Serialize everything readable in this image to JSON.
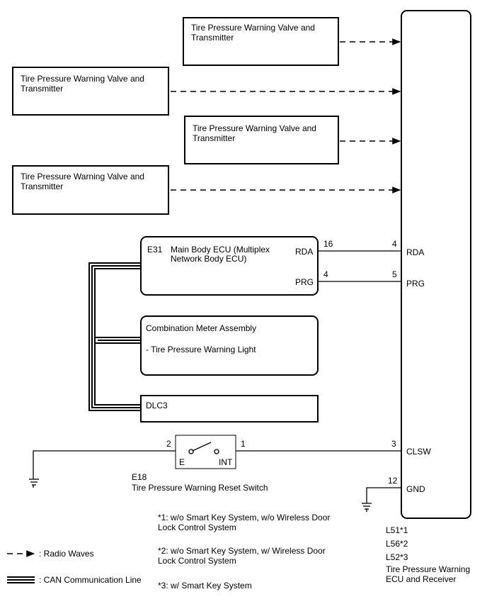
{
  "transmitters": [
    {
      "line1": "Tire Pressure Warning Valve and",
      "line2": "Transmitter"
    },
    {
      "line1": "Tire Pressure Warning Valve and",
      "line2": "Transmitter"
    },
    {
      "line1": "Tire Pressure Warning Valve and",
      "line2": "Transmitter"
    },
    {
      "line1": "Tire Pressure Warning Valve and",
      "line2": "Transmitter"
    }
  ],
  "main_body_ecu": {
    "code": "E31",
    "name_line1": "Main Body ECU (Multiplex",
    "name_line2": "Network Body ECU)",
    "pins": [
      {
        "name": "RDA",
        "number": "16"
      },
      {
        "name": "PRG",
        "number": "4"
      }
    ]
  },
  "combination_meter": {
    "name": "Combination Meter Assembly",
    "sub": "- Tire Pressure Warning Light"
  },
  "dlc3": {
    "name": "DLC3"
  },
  "reset_switch": {
    "code": "E18",
    "name": "Tire Pressure Warning Reset Switch",
    "pin_left": "2",
    "pin_right": "1",
    "label_left": "E",
    "label_right": "INT"
  },
  "receiver": {
    "pins": [
      {
        "name": "RDA",
        "number": "4"
      },
      {
        "name": "PRG",
        "number": "5"
      },
      {
        "name": "CLSW",
        "number": "3"
      },
      {
        "name": "GND",
        "number": "12"
      }
    ],
    "codes": [
      "L51*1",
      "L56*2",
      "L52*3"
    ],
    "name_line1": "Tire Pressure Warning",
    "name_line2": "ECU and Receiver"
  },
  "notes": [
    {
      "line1": "*1: w/o Smart Key System, w/o Wireless Door",
      "line2": "Lock Control System"
    },
    {
      "line1": "*2: w/o Smart Key System, w/ Wireless Door",
      "line2": "Lock Control System"
    },
    {
      "line1": "*3: w/ Smart Key System",
      "line2": ""
    }
  ],
  "legend": {
    "radio_waves": ": Radio Waves",
    "can_line": ": CAN Communication Line"
  }
}
